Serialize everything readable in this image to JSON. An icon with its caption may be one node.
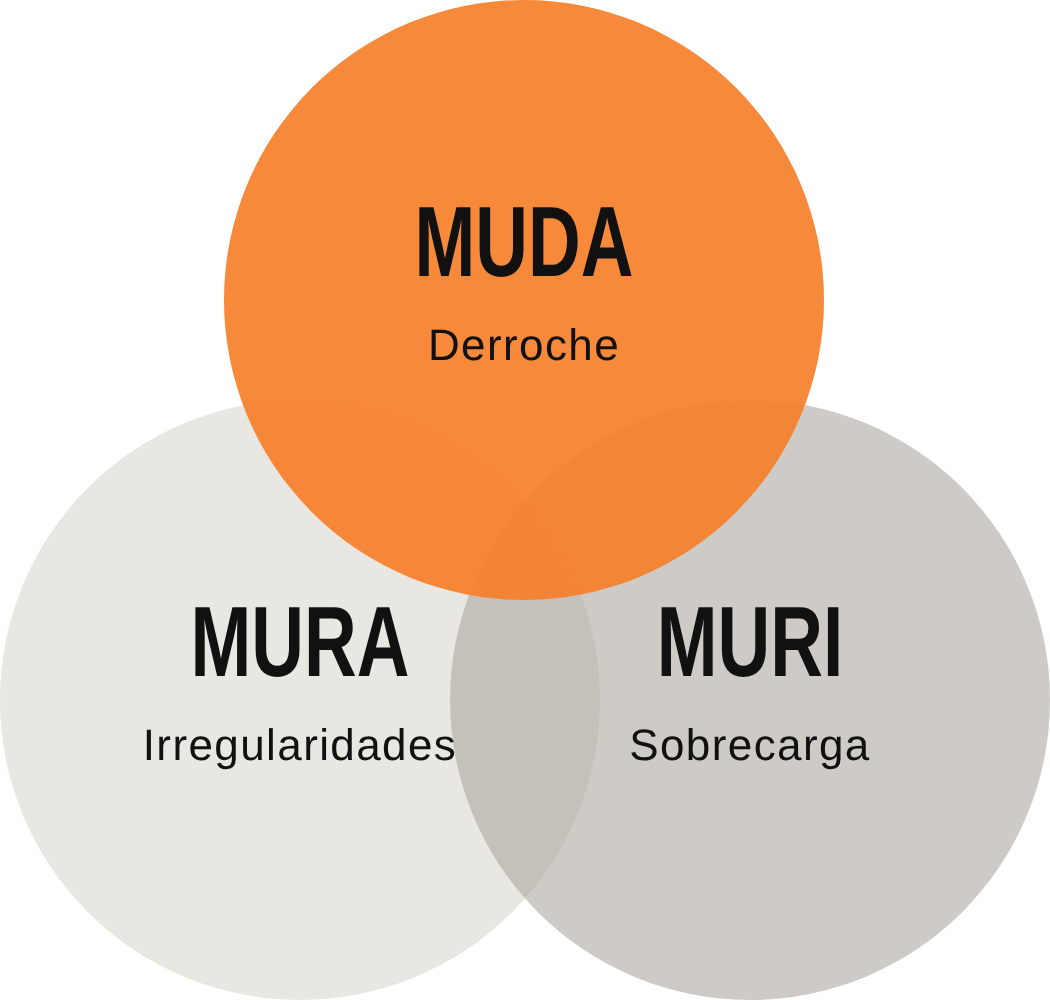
{
  "diagram": {
    "nodes": [
      {
        "text": [
          "MUDA",
          "Derroche"
        ]
      },
      {
        "text": [
          "MURA",
          "Irregularidades"
        ]
      },
      {
        "text": [
          "MURI",
          "Sobrecarga"
        ]
      }
    ]
  }
}
